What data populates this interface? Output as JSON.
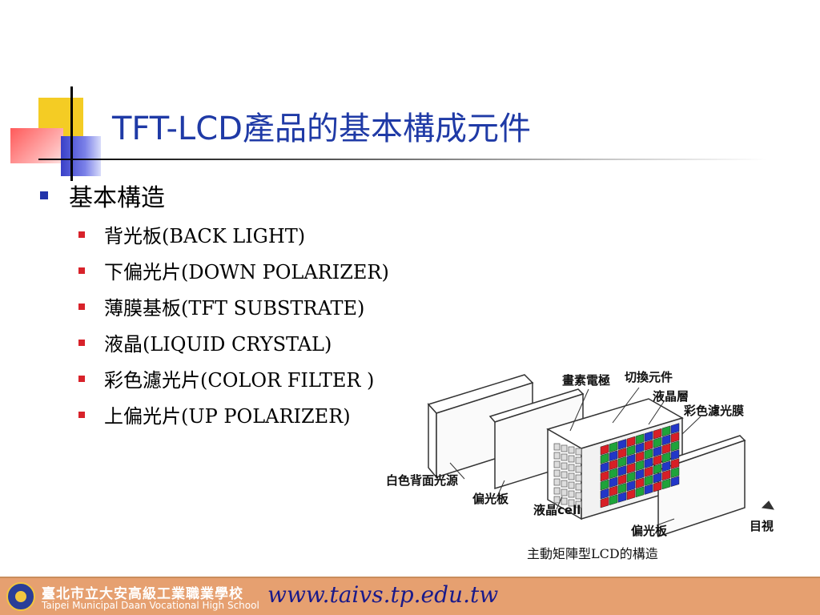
{
  "slide": {
    "title_latin": "TFT-LCD",
    "title_cjk": "產品的基本構成元件",
    "heading": "基本構造",
    "items": [
      "背光板(BACK LIGHT)",
      "下偏光片(DOWN POLARIZER)",
      "薄膜基板(TFT SUBSTRATE)",
      "液晶(LIQUID CRYSTAL)",
      "彩色濾光片(COLOR FILTER )",
      "上偏光片(UP POLARIZER)"
    ]
  },
  "diagram": {
    "labels": {
      "pixel_electrode": "畫素電極",
      "switch_element": "切換元件",
      "liquid_crystal_layer": "液晶層",
      "color_filter": "彩色濾光膜",
      "backlight": "白色背面光源",
      "polarizer_lower": "偏光板",
      "lc_cell": "液晶cell",
      "polarizer_upper": "偏光板",
      "viewer": "目視"
    },
    "caption": "主動矩陣型LCD的構造"
  },
  "footer": {
    "school_zh": "臺北市立大安高級工業職業學校",
    "school_en": "Taipei Municipal Daan Vocational High School",
    "url": "www.taivs.tp.edu.tw"
  },
  "colors": {
    "title": "#1f3aa6",
    "footer_bg": "#e6a070",
    "url": "#1a1a8a"
  }
}
